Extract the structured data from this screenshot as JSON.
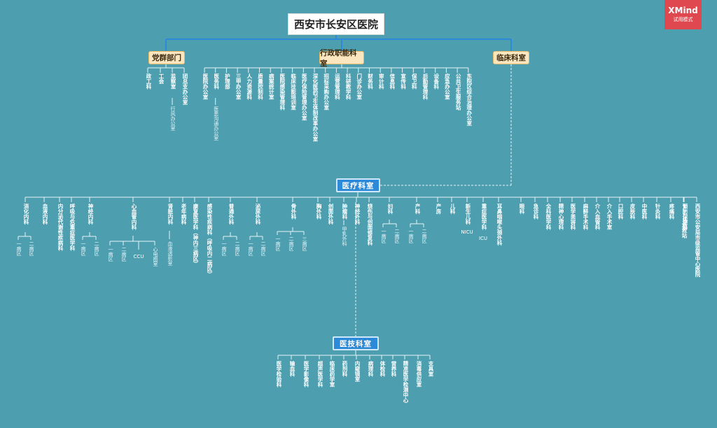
{
  "title": "西安市长安区医院",
  "watermark": {
    "brand": "XMind",
    "mode": "试用模式"
  },
  "colors": {
    "background": "#4d9fb0",
    "accent_blue": "#2d8ad8",
    "section_fill": "#fbe6bf",
    "line": "#e8f4f7"
  },
  "sections": {
    "party": "党群部门",
    "admin": "行政职能科室",
    "clinical": "临床科室",
    "medical": "医疗科室",
    "tech": "医技科室"
  },
  "party_items": [
    "政工科",
    "工会",
    "监察室",
    "团总支办公室"
  ],
  "party_sub": "行风办公室",
  "admin_items": [
    "医院办公室",
    "医务科",
    "护理部",
    "三甲办公室",
    "人力资源科",
    "质量控制科",
    "病案统计室",
    "医院感染管理科",
    "临床技能培训室",
    "医疗保险管理办公室",
    "深化医药卫生体制改革办公室",
    "招标采购办公室",
    "运营管理科",
    "科研教学科",
    "门诊办公室",
    "财务科",
    "审计科",
    "信息科",
    "宣传科",
    "保卫科",
    "后勤管理科",
    "设备科",
    "应急办公室",
    "公共卫生服务站",
    "东院区综合治理办公室"
  ],
  "admin_sub": "医患沟通办公室",
  "clinical_items": [
    {
      "label": "消化内科",
      "subs": [
        "一病区",
        "二病区"
      ]
    },
    {
      "label": "血液内科",
      "subs": []
    },
    {
      "label": "内分泌代谢性疾病科",
      "subs": []
    },
    {
      "label": "呼吸与危重症医学科",
      "subs": []
    },
    {
      "label": "神经内科",
      "subs": [
        "一病区",
        "二病区"
      ]
    },
    {
      "label": "心血管内科",
      "subs": [
        "一病区",
        "二病区",
        "CCU",
        "心电图室"
      ]
    },
    {
      "label": "肾脏内科",
      "subs": [
        "血液透析室"
      ]
    },
    {
      "label": "老年病科",
      "subs": []
    },
    {
      "label": "康复医学科（神内三病区）",
      "subs": []
    },
    {
      "label": "感染性疾病科（呼吸内二病区）",
      "subs": []
    },
    {
      "label": "普通外科",
      "subs": [
        "一病区",
        "二病区"
      ]
    },
    {
      "label": "泌尿外科",
      "subs": [
        "一病区",
        "二病区"
      ]
    },
    {
      "label": "骨外科",
      "subs": [
        "一病区",
        "二病区",
        "三病区"
      ]
    },
    {
      "label": "胸外科",
      "subs": []
    },
    {
      "label": "创面外科",
      "subs": []
    },
    {
      "label": "肿瘤科",
      "subs": [
        "甲乳外科"
      ]
    },
    {
      "label": "神经外科",
      "subs": []
    },
    {
      "label": "烧伤与创面修复科",
      "subs": []
    },
    {
      "label": "妇科",
      "subs": [
        "一病区",
        "二病区"
      ]
    },
    {
      "label": "产科",
      "subs": [
        "一病区",
        "二病区"
      ]
    },
    {
      "label": "产房",
      "subs": []
    },
    {
      "label": "儿科",
      "subs": []
    },
    {
      "label": "新生儿科",
      "subs": [],
      "tail": "NICU"
    },
    {
      "label": "重症医学科",
      "subs": [],
      "tail": "ICU"
    },
    {
      "label": "耳鼻咽喉头颈外科",
      "subs": []
    },
    {
      "label": "眼科",
      "subs": []
    },
    {
      "label": "急诊科",
      "subs": []
    },
    {
      "label": "全科医学科",
      "subs": []
    },
    {
      "label": "精神心理科",
      "subs": []
    },
    {
      "label": "医学美容科",
      "subs": []
    },
    {
      "label": "麻醉手术科",
      "subs": []
    },
    {
      "label": "介入血管科",
      "subs": []
    },
    {
      "label": "介入手术室",
      "subs": []
    },
    {
      "label": "口腔科",
      "subs": []
    },
    {
      "label": "皮肤科",
      "subs": []
    },
    {
      "label": "中医科",
      "subs": []
    },
    {
      "label": "针灸科",
      "subs": []
    },
    {
      "label": "疼痛科",
      "subs": []
    },
    {
      "label": "120急救站",
      "subs": []
    },
    {
      "label": "预防保健科",
      "subs": []
    },
    {
      "label": "西安市公安局市级监管中心医院",
      "subs": []
    }
  ],
  "tech_items": [
    "医学检验科",
    "输血科",
    "医学影像科",
    "超声医学科",
    "临床药学室",
    "药剂科",
    "内窥镜室",
    "病理科",
    "体检科",
    "营养科",
    "精准医学检测中心",
    "消毒供应室",
    "支具室"
  ]
}
